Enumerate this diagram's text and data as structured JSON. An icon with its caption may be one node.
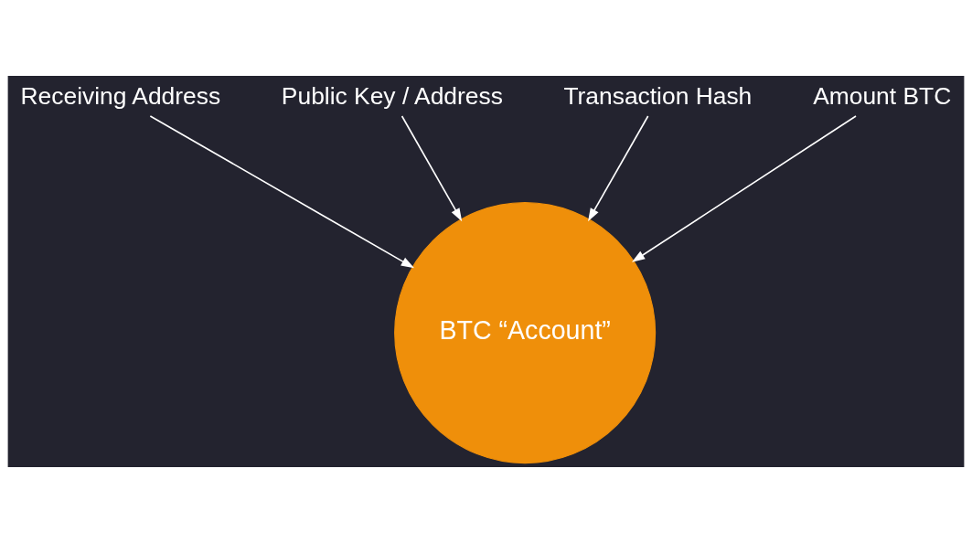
{
  "diagram": {
    "nodes": [
      {
        "text": [
          "Public Key / Address"
        ]
      },
      {
        "text": [
          "Transaction Hash"
        ]
      },
      {
        "text": [
          "Receiving Address"
        ]
      },
      {
        "text": [
          "Amount BTC"
        ]
      },
      {
        "text": [
          "BTC “Account”"
        ]
      }
    ],
    "edges": [
      {
        "from": 0,
        "to": 4,
        "arrow": "to"
      },
      {
        "from": 1,
        "to": 4,
        "arrow": "to"
      },
      {
        "from": 2,
        "to": 4,
        "arrow": "to"
      },
      {
        "from": 3,
        "to": 4,
        "arrow": "to"
      }
    ]
  }
}
